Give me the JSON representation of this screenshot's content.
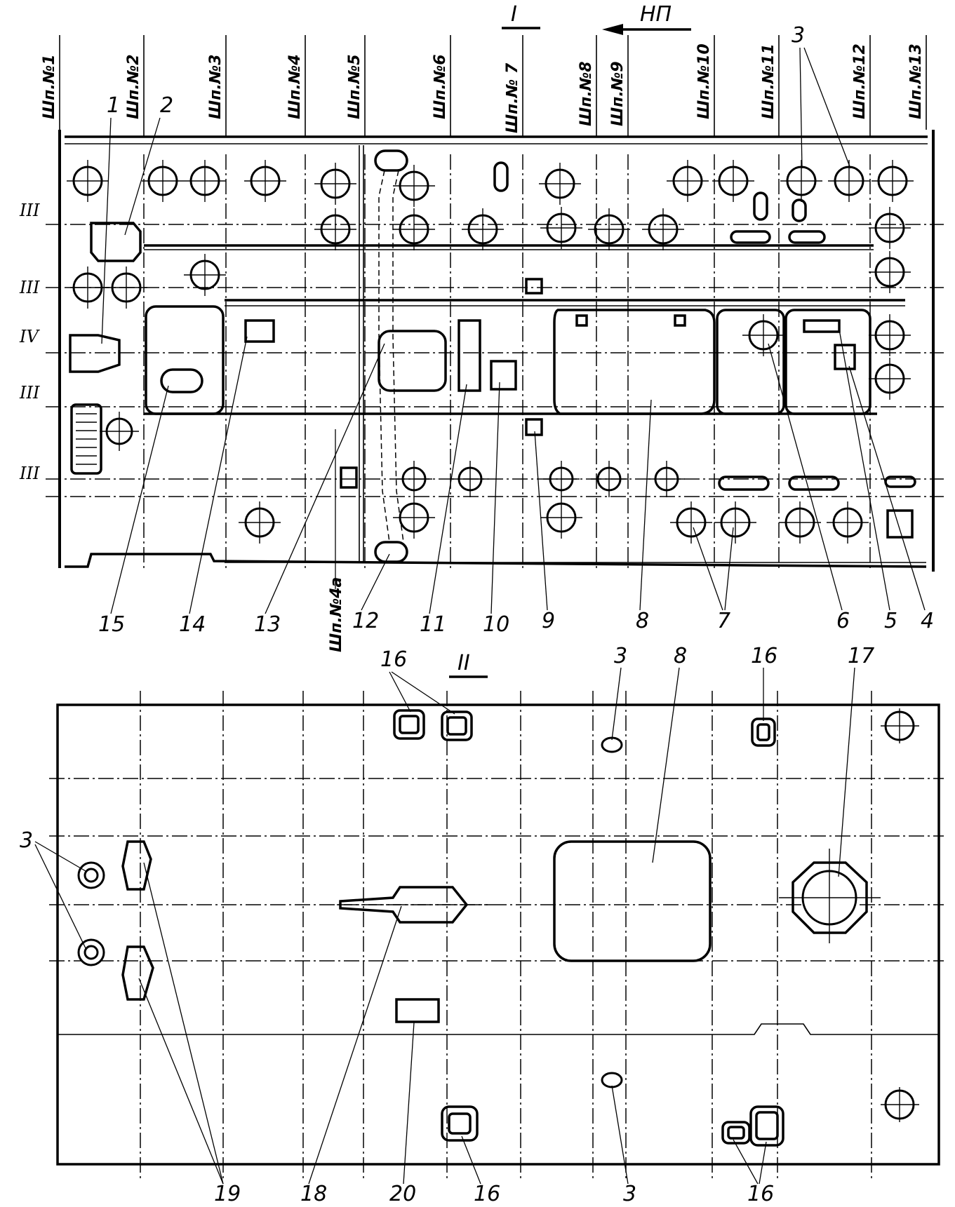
{
  "view_top": {
    "section_mark": "I",
    "direction_label": "НП",
    "frame_labels": [
      "Шп.№1",
      "Шп.№2",
      "Шп.№3",
      "Шп.№4",
      "Шп.№5",
      "Шп.№6",
      "Шп.№ 7",
      "Шп.№8",
      "Шп.№9",
      "Шп.№10",
      "Шп.№11",
      "Шп.№12",
      "Шп.№13"
    ],
    "extra_frame_label": "Шп.№4а",
    "row_labels": [
      "III",
      "III",
      "IV",
      "III",
      "III"
    ],
    "callouts": [
      "1",
      "2",
      "3",
      "15",
      "14",
      "13",
      "12",
      "11",
      "10",
      "9",
      "8",
      "7",
      "6",
      "5",
      "4"
    ]
  },
  "view_bottom": {
    "section_mark": "II",
    "callouts": [
      "16",
      "3",
      "8",
      "16",
      "17",
      "3",
      "19",
      "18",
      "20",
      "16",
      "3",
      "16"
    ]
  }
}
